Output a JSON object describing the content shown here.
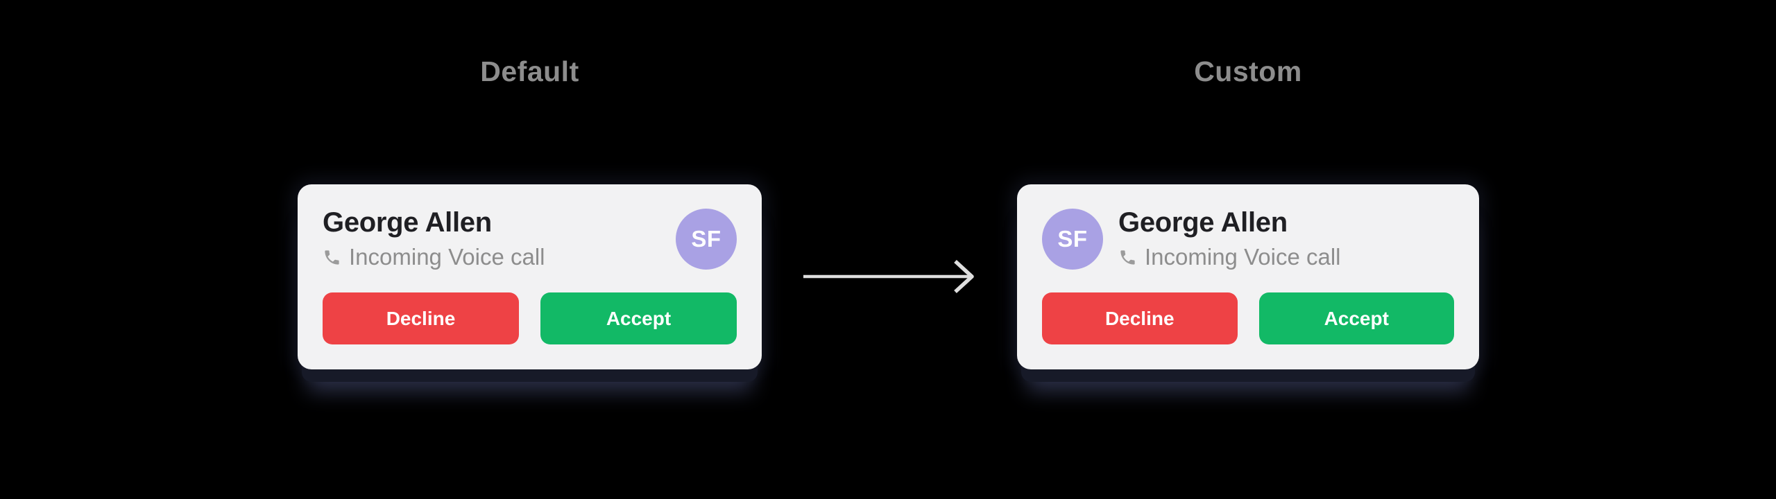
{
  "sections": {
    "default": {
      "label": "Default",
      "card": {
        "caller_name": "George Allen",
        "call_type": "Incoming Voice call",
        "avatar_initials": "SF",
        "avatar_position": "right",
        "decline_label": "Decline",
        "accept_label": "Accept"
      }
    },
    "custom": {
      "label": "Custom",
      "card": {
        "caller_name": "George Allen",
        "call_type": "Incoming Voice call",
        "avatar_initials": "SF",
        "avatar_position": "left",
        "decline_label": "Decline",
        "accept_label": "Accept"
      }
    }
  },
  "icons": {
    "subtitle_icon": "phone-icon",
    "transition_icon": "arrow-right-icon"
  },
  "colors": {
    "page_bg": "#000000",
    "card_bg": "#f2f2f3",
    "title_text": "#1f1f23",
    "subtitle_text": "#8d8d8d",
    "section_label_text": "#8d8d8d",
    "avatar_bg": "#a9a1e4",
    "avatar_text": "#ffffff",
    "decline_bg": "#ee4245",
    "accept_bg": "#12b966",
    "button_text": "#ffffff",
    "phone_icon": "#9b9b9b",
    "arrow": "#dedede"
  }
}
